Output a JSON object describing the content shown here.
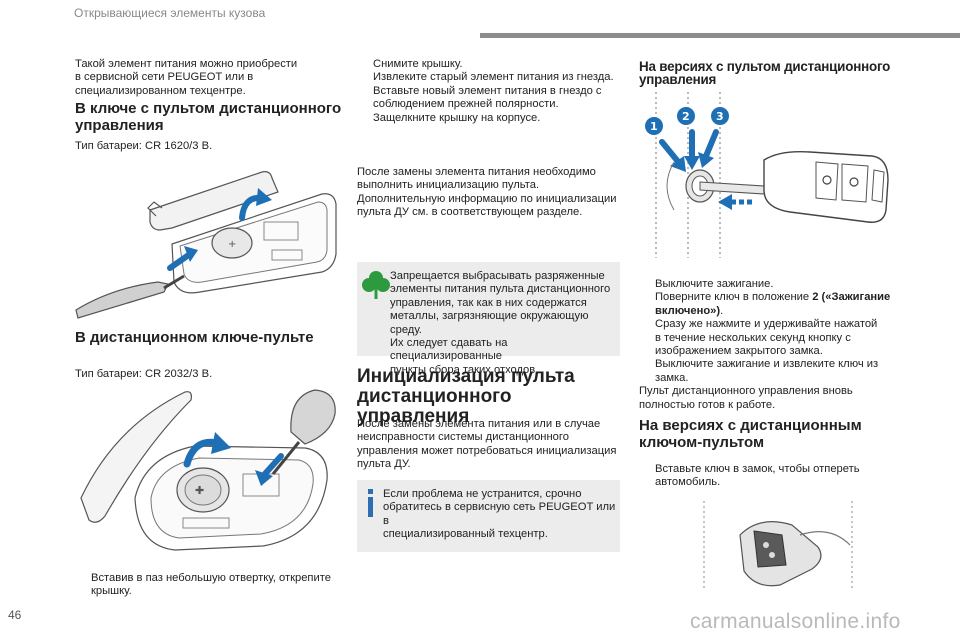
{
  "header": {
    "section": "Открывающиеся элементы кузова"
  },
  "page_number": "46",
  "watermark": "carmanualsonline.info",
  "col1": {
    "intro_lines": [
      "Такой элемент питания можно приобрести",
      "в сервисной сети PEUGEOT или в",
      "специализированном техцентре."
    ],
    "h_remote_key_line1": "В ключе с пультом дистанционного",
    "h_remote_key_line2": "управления",
    "battery1": "Тип батареи: CR 1620/3 В.",
    "h_key_remote": "В дистанционном ключе-пульте",
    "battery2": "Тип батареи: CR 2032/3 В.",
    "step1_line1": "Вставив в паз небольшую отвертку, открепите",
    "step1_line2": "крышку."
  },
  "col2": {
    "steps": [
      [
        "Снимите крышку."
      ],
      [
        "Извлеките старый элемент питания из гнезда."
      ],
      [
        "Вставьте новый элемент питания в гнездо с",
        "соблюдением прежней полярности."
      ],
      [
        "Защелкните крышку на корпусе."
      ]
    ],
    "para_lines": [
      "После замены элемента питания необходимо",
      "выполнить инициализацию пульта.",
      "Дополнительную информацию по инициализации",
      "пульта ДУ см. в соответствующем разделе."
    ],
    "eco_lines": [
      "Запрещается выбрасывать разряженные",
      "элементы питания пульта дистанционного",
      "управления, так как в них содержатся",
      "металлы, загрязняющие окружающую среду.",
      "Их следует сдавать на специализированные",
      "пункты сбора таких отходов."
    ],
    "h_init_line1": "Инициализация пульта",
    "h_init_line2": "дистанционного управления",
    "init_lines": [
      "После замены элемента питания или в случае",
      "неисправности системы дистанционного",
      "управления может потребоваться инициализация",
      "пульта ДУ."
    ],
    "info_lines": [
      "Если проблема не устранится, срочно",
      "обратитесь в сервисную сеть PEUGEOT или в",
      "специализированный техцентр."
    ]
  },
  "col3": {
    "h_versions_remote": "На версиях с пультом дистанционного управления",
    "figure_labels": [
      "1",
      "2",
      "3"
    ],
    "steps": {
      "s1": "Выключите зажигание.",
      "s2_pre": "Поверните ключ в положение ",
      "s2_bold": "2 («Зажигание",
      "s2_bold2": "включено»)",
      "s2_end": ".",
      "s3": [
        "Сразу же нажмите и удерживайте нажатой",
        "в течение нескольких секунд кнопку с",
        "изображением закрытого замка."
      ],
      "s4": [
        "Выключите зажигание и извлеките ключ из",
        "замка."
      ]
    },
    "ready_lines": [
      "Пульт дистанционного управления вновь",
      "полностью готов к работе."
    ],
    "h_versions_key_line1": "На версиях с дистанционным",
    "h_versions_key_line2": "ключом-пультом",
    "last_step": [
      "Вставьте ключ в замок, чтобы отпереть",
      "автомобиль."
    ]
  },
  "bullet_glyph": "",
  "colors": {
    "accent_blue": "#1f6fb5",
    "eco_green": "#2e9a3e",
    "box_bg": "#ececec",
    "tab_gray": "#8c8c8c"
  }
}
